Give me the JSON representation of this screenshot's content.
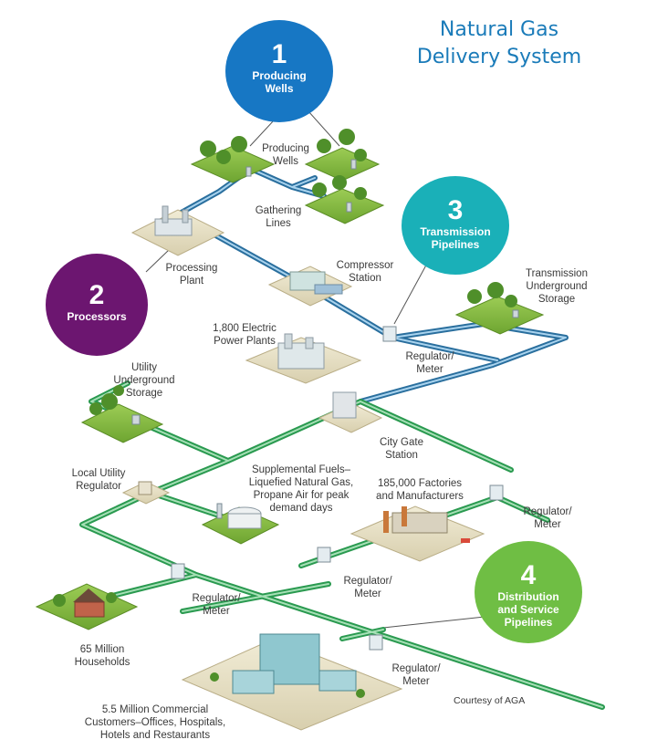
{
  "title": {
    "line1": "Natural Gas",
    "line2": "Delivery System"
  },
  "badges": [
    {
      "number": "1",
      "lines": [
        "Producing",
        "Wells"
      ],
      "color": "#1777c4"
    },
    {
      "number": "2",
      "lines": [
        "Processors"
      ],
      "color": "#6c1670"
    },
    {
      "number": "3",
      "lines": [
        "Transmission",
        "Pipelines"
      ],
      "color": "#1ab0b8"
    },
    {
      "number": "4",
      "lines": [
        "Distribution",
        "and Service",
        "Pipelines"
      ],
      "color": "#6fbe44"
    }
  ],
  "labels": {
    "producing_wells": [
      "Producing",
      "Wells"
    ],
    "gathering_lines": [
      "Gathering",
      "Lines"
    ],
    "processing_plant": [
      "Processing",
      "Plant"
    ],
    "compressor_station": [
      "Compressor",
      "Station"
    ],
    "transmission_storage": [
      "Transmission",
      "Underground",
      "Storage"
    ],
    "electric_power": [
      "1,800 Electric",
      "Power Plants"
    ],
    "regulator_meter_1": [
      "Regulator/",
      "Meter"
    ],
    "utility_storage": [
      "Utility",
      "Underground",
      "Storage"
    ],
    "city_gate": [
      "City Gate",
      "Station"
    ],
    "local_regulator": [
      "Local Utility",
      "Regulator"
    ],
    "supplemental_fuels": [
      "Supplemental Fuels–",
      "Liquefied Natural Gas,",
      "Propane Air for peak",
      "demand days"
    ],
    "factories": [
      "185,000 Factories",
      "and Manufacturers"
    ],
    "regulator_meter_2": [
      "Regulator/",
      "Meter"
    ],
    "regulator_meter_3": [
      "Regulator/",
      "Meter"
    ],
    "regulator_meter_4": [
      "Regulator/",
      "Meter"
    ],
    "regulator_meter_5": [
      "Regulator/",
      "Meter"
    ],
    "households": [
      "65 Million",
      "Households"
    ],
    "commercial": [
      "5.5 Million Commercial",
      "Customers–Offices, Hospitals,",
      "Hotels and Restaurants"
    ],
    "courtesy": [
      "Courtesy of AGA"
    ]
  },
  "colors": {
    "transmission_pipe": "#2a6f9e",
    "distribution_pipe": "#2fa45a",
    "ground": "#e9e2c8",
    "grass": "#7cb53d"
  }
}
